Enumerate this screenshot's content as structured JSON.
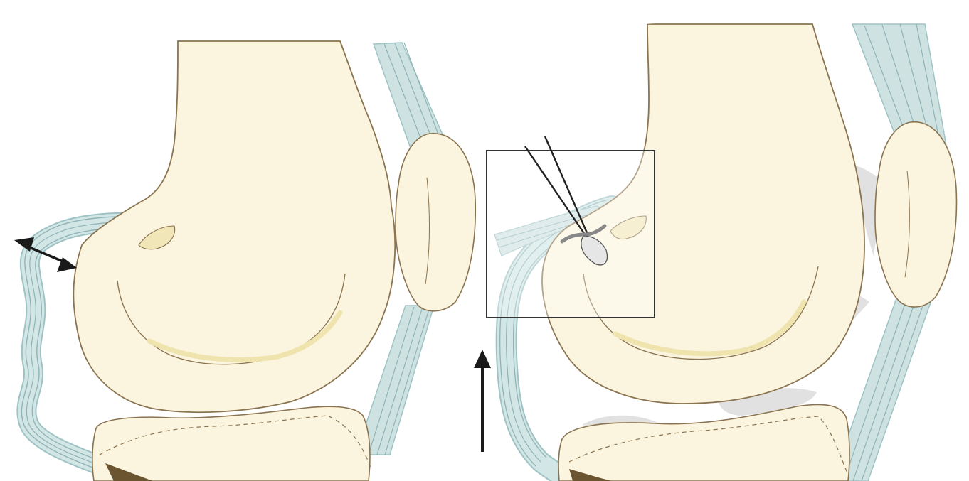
{
  "figure": {
    "panels": [
      {
        "id": "left",
        "depicts": [
          "femur",
          "patella",
          "tibia",
          "tendon"
        ],
        "arrow": "double-headed"
      },
      {
        "id": "right",
        "depicts": [
          "femur",
          "patella",
          "tibia",
          "tendon",
          "inset-box",
          "tool-wires"
        ],
        "arrow": "up"
      }
    ],
    "colors": {
      "bone": "#fbf4df",
      "bone_outline": "#8a7450",
      "bone_shadow": "#f1e6b8",
      "tendon": "#cfe2e2",
      "tendon_line": "#8fb3b6",
      "cartilage_gray": "#e1e1e1",
      "arrow": "#1a1a1a",
      "inset_box": "#333333"
    }
  }
}
